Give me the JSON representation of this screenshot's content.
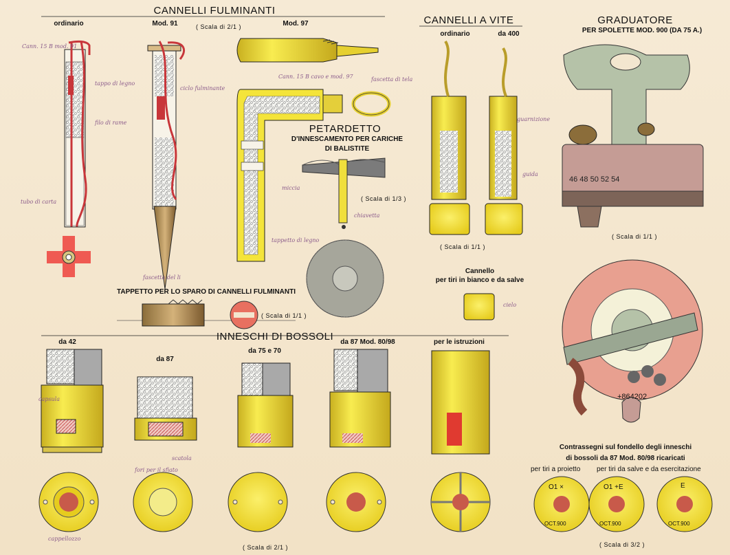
{
  "sections": {
    "cannelli_fulminanti": {
      "title": "CANNELLI FULMINANTI",
      "scale": "( Scala di 2/1 )",
      "labels": [
        "ordinario",
        "Mod. 91",
        "Mod. 97"
      ]
    },
    "cannelli_vite": {
      "title": "CANNELLI A VITE",
      "labels": [
        "ordinario",
        "da 400"
      ],
      "scale": "( Scala di 1/1 )"
    },
    "graduatore": {
      "title": "GRADUATORE",
      "subtitle": "PER SPOLETTE MOD. 900 (DA 75 A.)",
      "scale": "( Scala di 1/1 )",
      "dial": "46 48 50 52 54",
      "ring_numbers": "+864202"
    },
    "petardetto": {
      "title": "PETARDETTO",
      "subtitle_1": "D'INNESCAMENTO PER CARICHE",
      "subtitle_2": "DI BALISTITE",
      "scale": "( Scala di 1/3 )"
    },
    "tappetto": {
      "title": "TAPPETTO PER LO SPARO DI CANNELLI FULMINANTI",
      "scale": "( Scala di 1/1 )"
    },
    "cannello_bianco": {
      "line_1": "Cannello",
      "line_2": "per tiri in bianco e da salve"
    },
    "inneschi": {
      "title": "INNESCHI DI BOSSOLI",
      "labels": [
        "da 42",
        "da 87",
        "da 75 e 70",
        "da 87 Mod. 80/98",
        "per le istruzioni"
      ],
      "scale": "( Scala di 2/1 )"
    },
    "contrassegni": {
      "line_1": "Contrassegni sul fondello degli inneschi",
      "line_2": "di bossoli da 87 Mod. 80/98 ricaricati",
      "sub_left": "per tiri a proietto",
      "sub_right": "per tiri da salve e da esercitazione",
      "scale": "( Scala di 3/2 )",
      "marks": [
        "O1 ×",
        "O1 +E",
        "E"
      ],
      "stamp": "OCT.900"
    }
  },
  "annotations": {
    "hand_1": "Cann. 15 B mod. 91",
    "hand_2": "tappo di legno",
    "hand_3": "filo di rame",
    "hand_4": "tubo di carta",
    "hand_5": "ciclo fulminante",
    "hand_6": "Cann. 15 B cavo e mod. 97",
    "hand_7": "fascetta di tela",
    "hand_8": "miccia",
    "hand_9": "tappetto di legno",
    "hand_10": "chiavetta",
    "hand_11": "capsula",
    "hand_12": "fori per il sfiato",
    "hand_13": "scatola",
    "hand_14": "cielo",
    "hand_15": "guarnizione",
    "hand_16": "guida",
    "hand_17": "fascetta del li",
    "hand_18": "cappellozzo"
  },
  "colors": {
    "paper": "#f3e6cf",
    "yellow": "#f1e030",
    "red": "#c85a4a",
    "brass": "#d9c060",
    "gray": "#9a9a9a",
    "green": "#b5c2a8",
    "salmon": "#e8a090"
  }
}
